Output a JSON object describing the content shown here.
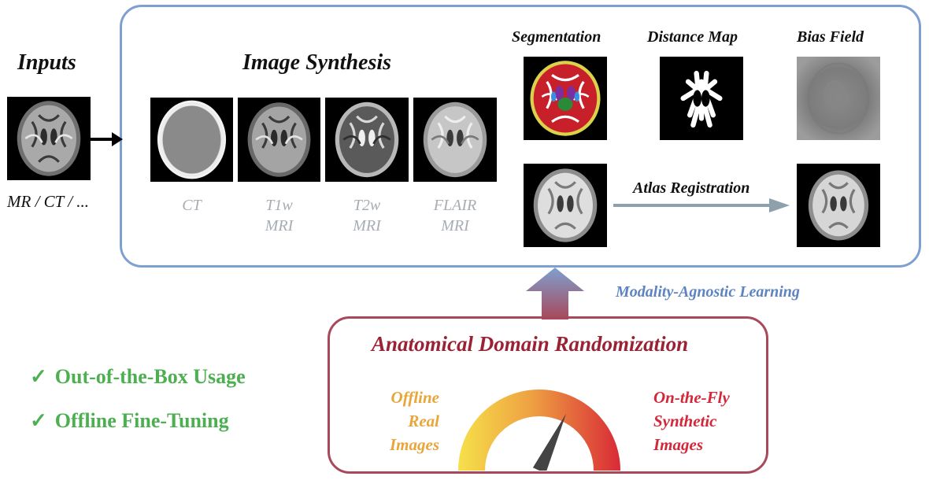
{
  "inputs": {
    "title": "Inputs",
    "caption": "MR / CT / ..."
  },
  "synthesis": {
    "title": "Image Synthesis",
    "modalities": [
      {
        "line1": "CT",
        "line2": ""
      },
      {
        "line1": "T1w",
        "line2": "MRI"
      },
      {
        "line1": "T2w",
        "line2": "MRI"
      },
      {
        "line1": "FLAIR",
        "line2": "MRI"
      }
    ]
  },
  "outputs": {
    "segmentation": "Segmentation",
    "distance_map": "Distance Map",
    "bias_field": "Bias Field",
    "atlas_registration": "Atlas Registration"
  },
  "learning_label": "Modality-Agnostic Learning",
  "randomization": {
    "title": "Anatomical Domain Randomization",
    "left": [
      "Offline",
      "Real",
      "Images"
    ],
    "right": [
      "On-the-Fly",
      "Synthetic",
      "Images"
    ],
    "gauge_value": 0.64
  },
  "usage": [
    {
      "check": "✓",
      "text": "Out-of-the-Box Usage"
    },
    {
      "check": "✓",
      "text": "Offline Fine-Tuning"
    }
  ],
  "colors": {
    "frame_blue": "#7ea0d0",
    "frame_red": "#a8485a",
    "title_red": "#9b2235",
    "learning_blue": "#5d84c0",
    "offline_orange": "#e8a53a",
    "onthefly_red": "#d2283a",
    "check_green": "#4caf50",
    "label_grey": "#a7adb3",
    "arrow_grey": "#8fa0ad"
  }
}
